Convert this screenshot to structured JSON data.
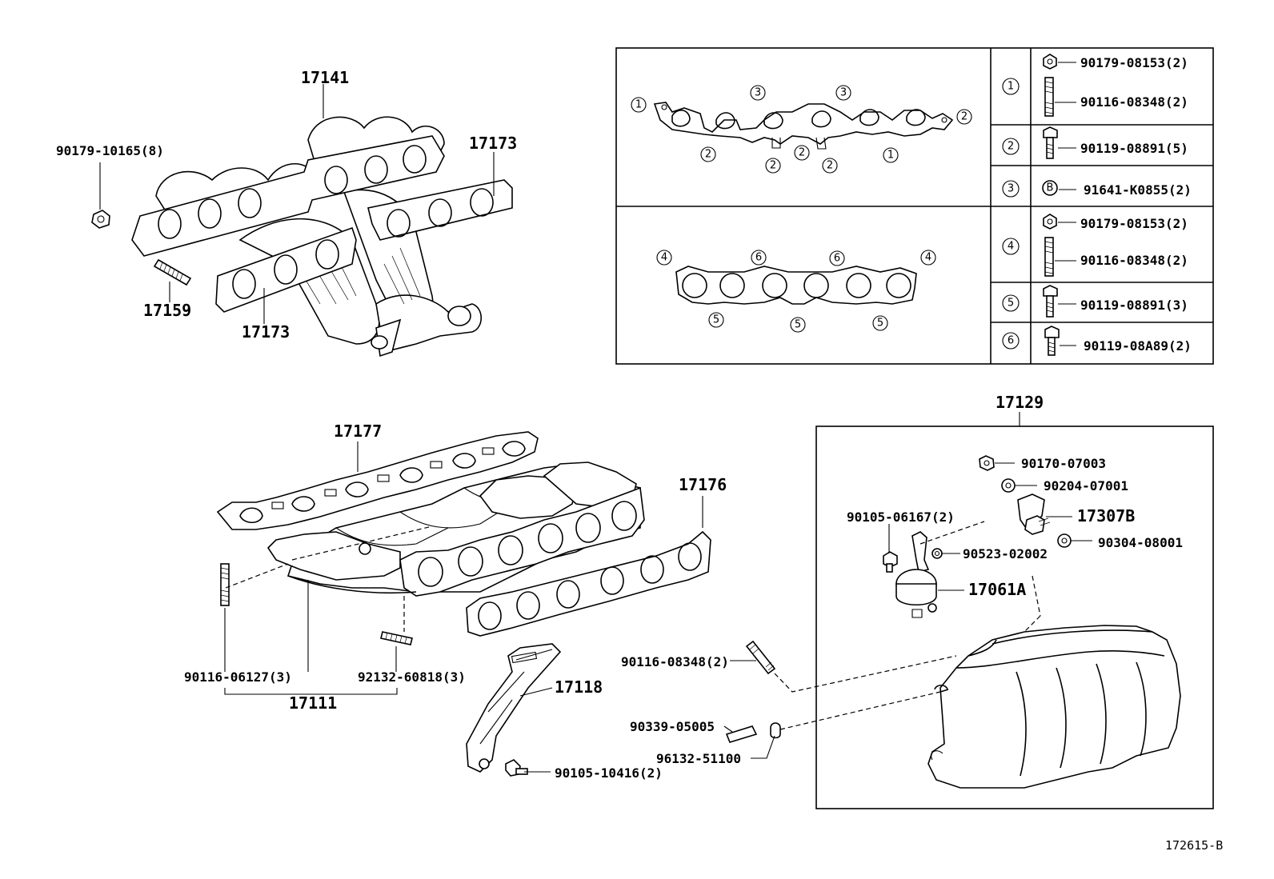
{
  "labels": {
    "p17141": "17141",
    "p17173a": "17173",
    "p17173b": "17173",
    "p17159": "17159",
    "p90179_10165": "90179-10165(8)",
    "p17177": "17177",
    "p17176": "17176",
    "p17111": "17111",
    "p90116_06127": "90116-06127(3)",
    "p92132_60818": "92132-60818(3)",
    "p17118": "17118",
    "p90105_10416": "90105-10416(2)",
    "p90116_08348": "90116-08348(2)",
    "p90339_05005": "90339-05005",
    "p96132_51100": "96132-51100",
    "p17129": "17129",
    "p90170_07003": "90170-07003",
    "p90204_07001": "90204-07001",
    "p90105_06167": "90105-06167(2)",
    "p17307B": "17307B",
    "p90523_02002": "90523-02002",
    "p90304_08001": "90304-08001",
    "p17061A": "17061A",
    "figure_code": "172615-B"
  },
  "table": {
    "rows": [
      {
        "key": "1",
        "parts": [
          "90179-08153(2)",
          "90116-08348(2)"
        ]
      },
      {
        "key": "2",
        "parts": [
          "90119-08891(5)"
        ]
      },
      {
        "key": "3",
        "parts": [
          "91641-K0855(2)"
        ],
        "badge": "B"
      },
      {
        "key": "4",
        "parts": [
          "90179-08153(2)",
          "90116-08348(2)"
        ]
      },
      {
        "key": "5",
        "parts": [
          "90119-08891(3)"
        ]
      },
      {
        "key": "6",
        "parts": [
          "90119-08A89(2)"
        ]
      }
    ]
  },
  "gasket_callouts": {
    "top": [
      "1",
      "3",
      "3",
      "2",
      "2",
      "2",
      "2",
      "2",
      "1"
    ],
    "bottom": [
      "4",
      "6",
      "6",
      "4",
      "5",
      "5",
      "5"
    ]
  }
}
